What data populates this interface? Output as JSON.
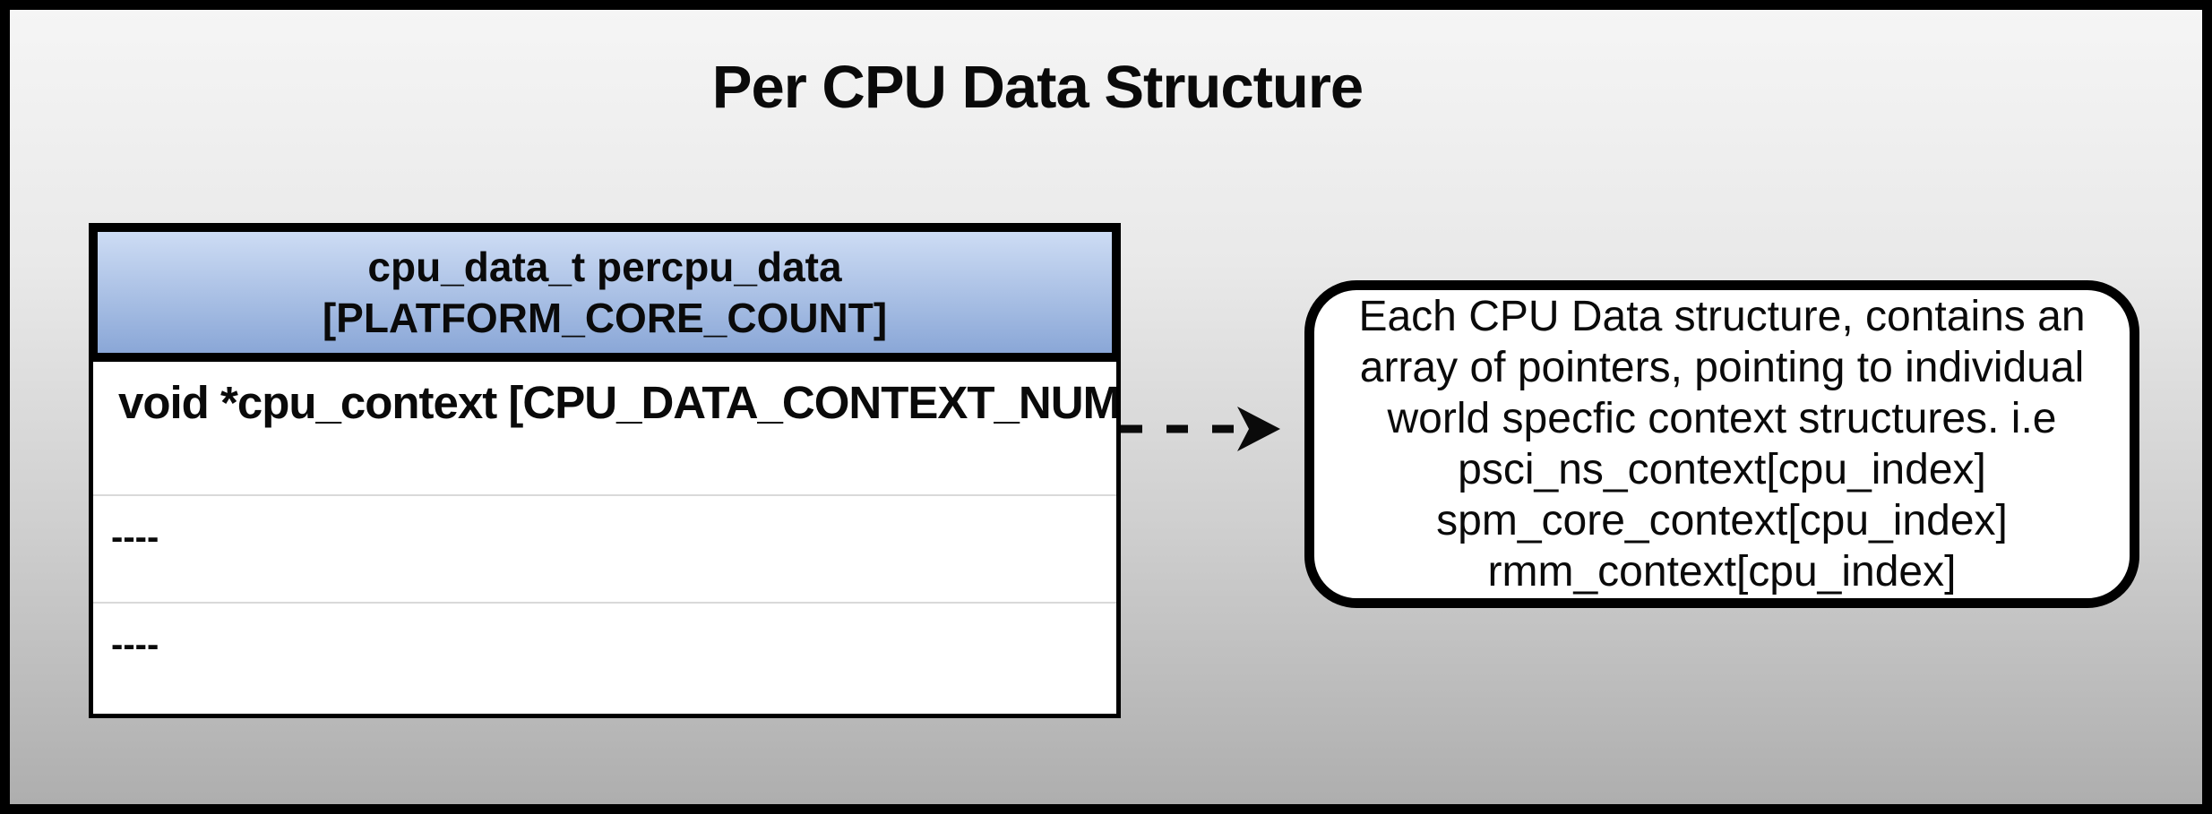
{
  "title": "Per CPU Data Structure",
  "table": {
    "header": {
      "line1": "cpu_data_t percpu_data",
      "line2": "[PLATFORM_CORE_COUNT]"
    },
    "rows": [
      {
        "label": "void *cpu_context [CPU_DATA_CONTEXT_NUM]"
      },
      {
        "label": "----"
      },
      {
        "label": "----"
      }
    ]
  },
  "callout": {
    "lines": [
      "Each CPU Data structure, contains an",
      "array of pointers, pointing to individual",
      "world specfic context structures. i.e",
      "psci_ns_context[cpu_index]",
      "spm_core_context[cpu_index]",
      "rmm_context[cpu_index]"
    ]
  },
  "colors": {
    "border": "#000000",
    "bg_top": "#f5f5f5",
    "bg_bottom": "#aeaeae",
    "header_gradient_top": "#cddcf4",
    "header_gradient_bottom": "#8aa7d7",
    "arrow": "#0a0a0a"
  }
}
